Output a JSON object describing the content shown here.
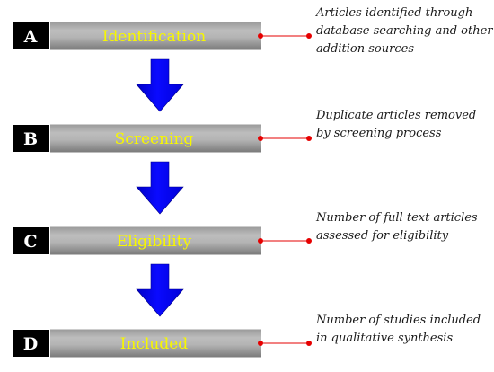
{
  "colors": {
    "badge_background": "#000000",
    "badge_text": "#ffffff",
    "stage_text": "#f7f700",
    "arrow": "#0000ff",
    "connector": "#e60000",
    "note_text": "#1a1a1a"
  },
  "stages": [
    {
      "letter": "A",
      "title": "Identification",
      "note": [
        "Articles identified through",
        "database searching and other",
        "addition sources"
      ]
    },
    {
      "letter": "B",
      "title": "Screening",
      "note": [
        "Duplicate articles removed",
        "by screening process"
      ]
    },
    {
      "letter": "C",
      "title": "Eligibility",
      "note": [
        "Number of full text articles",
        "assessed for eligibility"
      ]
    },
    {
      "letter": "D",
      "title": "Included",
      "note": [
        "Number of studies included",
        "in qualitative synthesis"
      ]
    }
  ]
}
